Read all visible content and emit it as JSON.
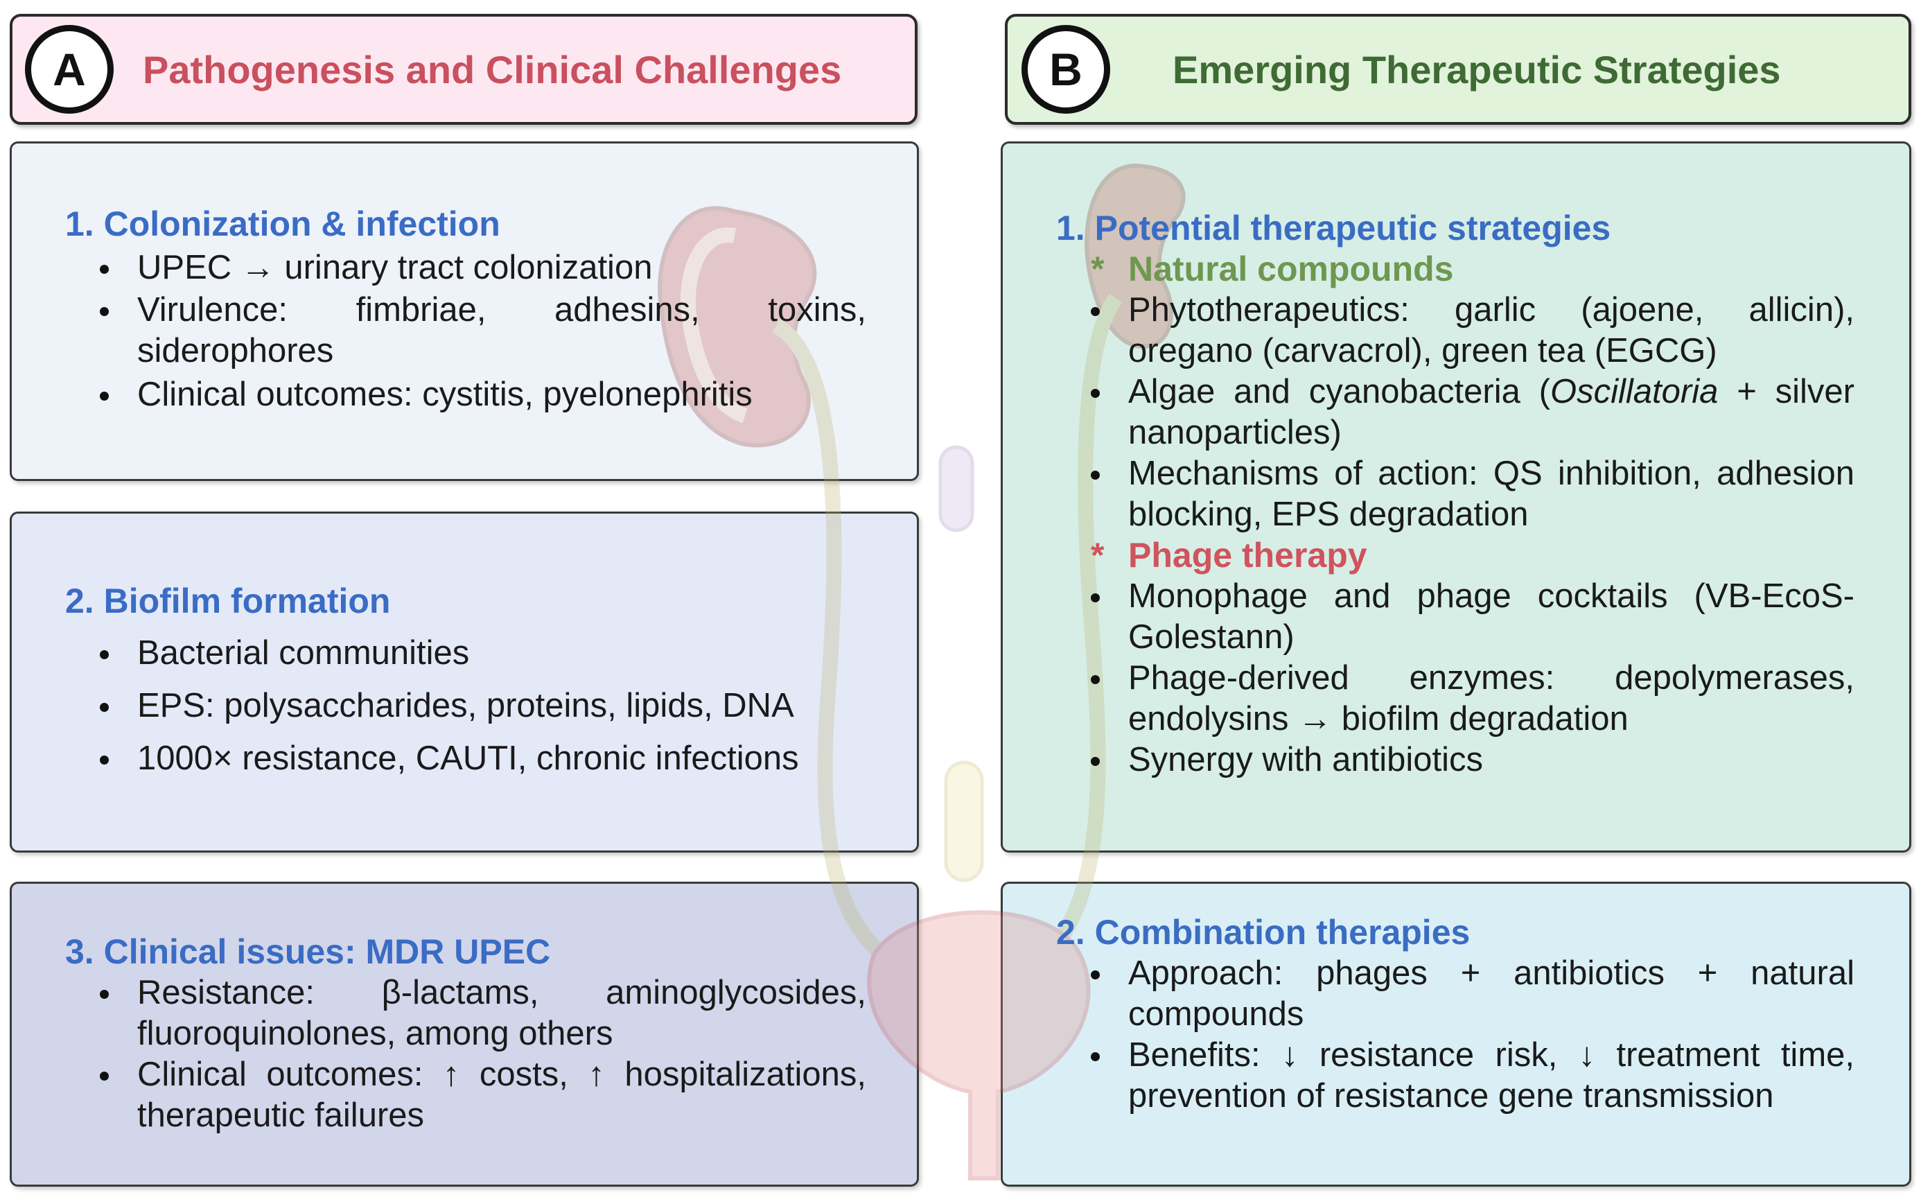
{
  "panel_a": {
    "letter": "A",
    "title": "Pathogenesis and Clinical Challenges",
    "section1": {
      "title": "1. Colonization & infection",
      "items": [
        "UPEC → urinary tract colonization",
        "Virulence: fimbriae, adhesins, toxins, siderophores",
        "Clinical outcomes: cystitis, pyelonephritis"
      ]
    },
    "section2": {
      "title": "2. Biofilm formation",
      "items": [
        "Bacterial communities",
        "EPS: polysaccharides, proteins, lipids, DNA",
        "1000× resistance, CAUTI, chronic infections"
      ]
    },
    "section3": {
      "title": "3. Clinical issues: MDR UPEC",
      "items": [
        "Resistance: β-lactams, aminoglycosides, fluoroquinolones, among others",
        "Clinical outcomes: ↑ costs, ↑ hospitalizations, therapeutic failures"
      ]
    }
  },
  "panel_b": {
    "letter": "B",
    "title": "Emerging Therapeutic Strategies",
    "section1": {
      "title": "1. Potential therapeutic strategies",
      "natural": {
        "star": "*",
        "heading": "Natural compounds",
        "item1": "Phytotherapeutics: garlic (ajoene, allicin), oregano (carvacrol), green tea (EGCG)",
        "item2_pre": "Algae and cyanobacteria (",
        "item2_italic": "Oscillatoria",
        "item2_post": " + silver nanoparticles)",
        "item3": "Mechanisms of action: QS inhibition, adhesion blocking, EPS degradation"
      },
      "phage": {
        "star": "*",
        "heading": "Phage therapy",
        "items": [
          "Monophage and phage cocktails (VB-EcoS-Golestann)",
          "Phage-derived enzymes: depolymerases, endolysins → biofilm degradation",
          "Synergy with antibiotics"
        ]
      }
    },
    "section2": {
      "title": "2. Combination therapies",
      "items": [
        "Approach: phages + antibiotics + natural compounds",
        "Benefits: ↓ resistance risk, ↓ treatment time, prevention of resistance gene transmission"
      ]
    }
  },
  "colors": {
    "header_a_bg": "#fde8f1",
    "header_a_text": "#c9505e",
    "header_b_bg": "#e1f3da",
    "header_b_text": "#3f6a35",
    "section_title": "#3a6cc4",
    "natural_heading": "#6e9750",
    "phage_heading": "#d0535d",
    "panel_a1_bg": "#eef2f9",
    "panel_a2_bg": "#e4e9f8",
    "panel_a3_bg": "#d2d6ea",
    "panel_b1_bg": "#d6eee6",
    "panel_b2_bg": "#d9eff5"
  }
}
